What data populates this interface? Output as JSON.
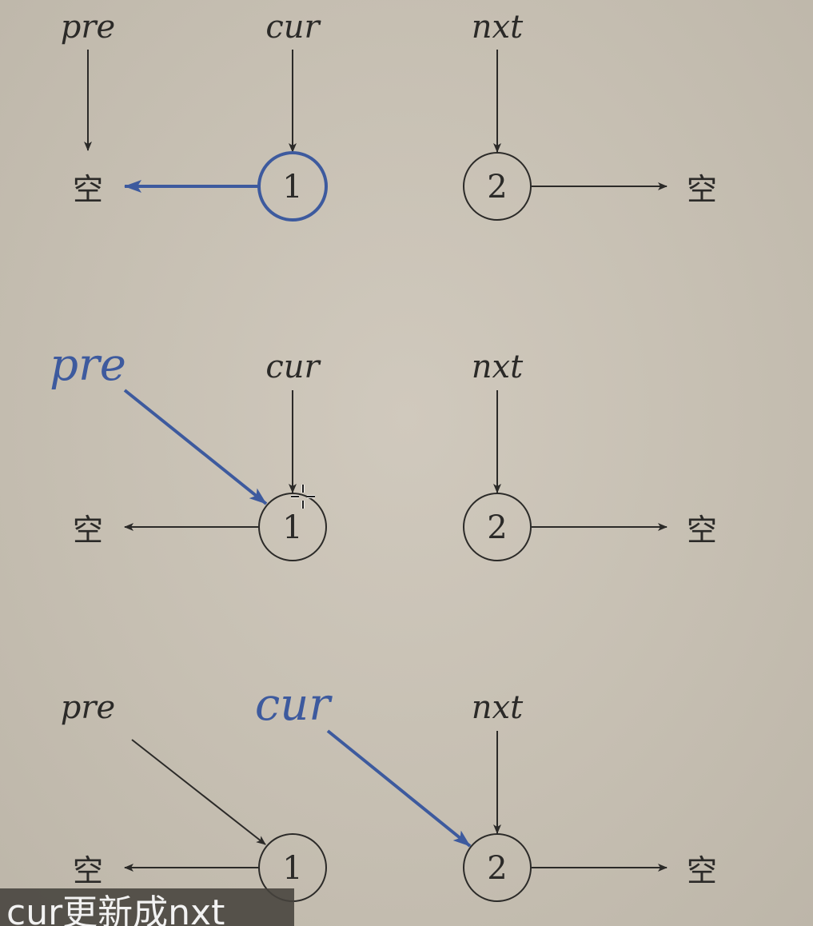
{
  "colors": {
    "ink": "#2b2a28",
    "highlight": "#3d5a9e"
  },
  "frames": [
    {
      "pointers": {
        "pre": "pre",
        "cur": "cur",
        "nxt": "nxt"
      },
      "highlight": "pre-to-null-link",
      "nodes": [
        "1",
        "2"
      ],
      "nulls": [
        "空",
        "空"
      ]
    },
    {
      "pointers": {
        "pre": "pre",
        "cur": "cur",
        "nxt": "nxt"
      },
      "highlight": "pre-moved-to-node-1",
      "nodes": [
        "1",
        "2"
      ],
      "nulls": [
        "空",
        "空"
      ]
    },
    {
      "pointers": {
        "pre": "pre",
        "cur": "cur",
        "nxt": "nxt"
      },
      "highlight": "cur-moved-to-node-2",
      "nodes": [
        "1",
        "2"
      ],
      "nulls": [
        "空",
        "空"
      ]
    }
  ],
  "caption": "cur更新成nxt"
}
